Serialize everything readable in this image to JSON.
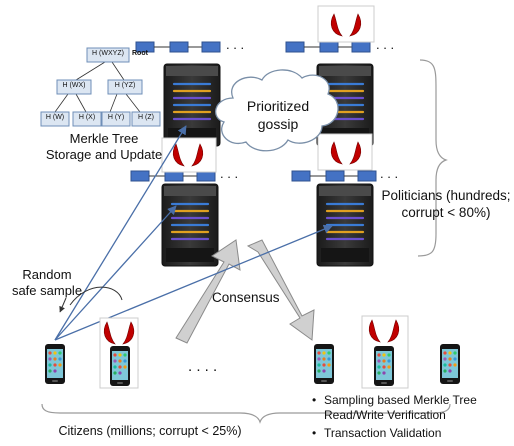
{
  "merkle": {
    "root": "H (WXYZ)",
    "root_label": "Root",
    "mid": [
      "H (WX)",
      "H (YZ)"
    ],
    "leaves": [
      "H (W)",
      "H (X)",
      "H (Y)",
      "H (Z)"
    ],
    "caption_line1": "Merkle Tree",
    "caption_line2": "Storage and Update"
  },
  "gossip_label_line1": "Prioritized",
  "gossip_label_line2": "gossip",
  "politicians_line1": "Politicians (hundreds;",
  "politicians_line2": "corrupt < 80%)",
  "random_line1": "Random",
  "random_line2": "safe sample",
  "consensus": "Consensus",
  "citizens": "Citizens (millions; corrupt < 25%)",
  "chain_ellipsis": ". . .",
  "phones_ellipsis": ". . . .",
  "bullets": [
    "Sampling based Merkle Tree",
    "Read/Write Verification",
    "Transaction Validation"
  ],
  "colors": {
    "node_fill": "#dce6f2",
    "node_stroke": "#6f8fb8",
    "block_fill": "#4472c4",
    "arrow_blue": "#4a6fa8",
    "big_arrow_fill": "#d0d0d0",
    "horn_red": "#c00000",
    "server_dark": "#2a2a2a",
    "brace_gray": "#9a9a9a"
  }
}
